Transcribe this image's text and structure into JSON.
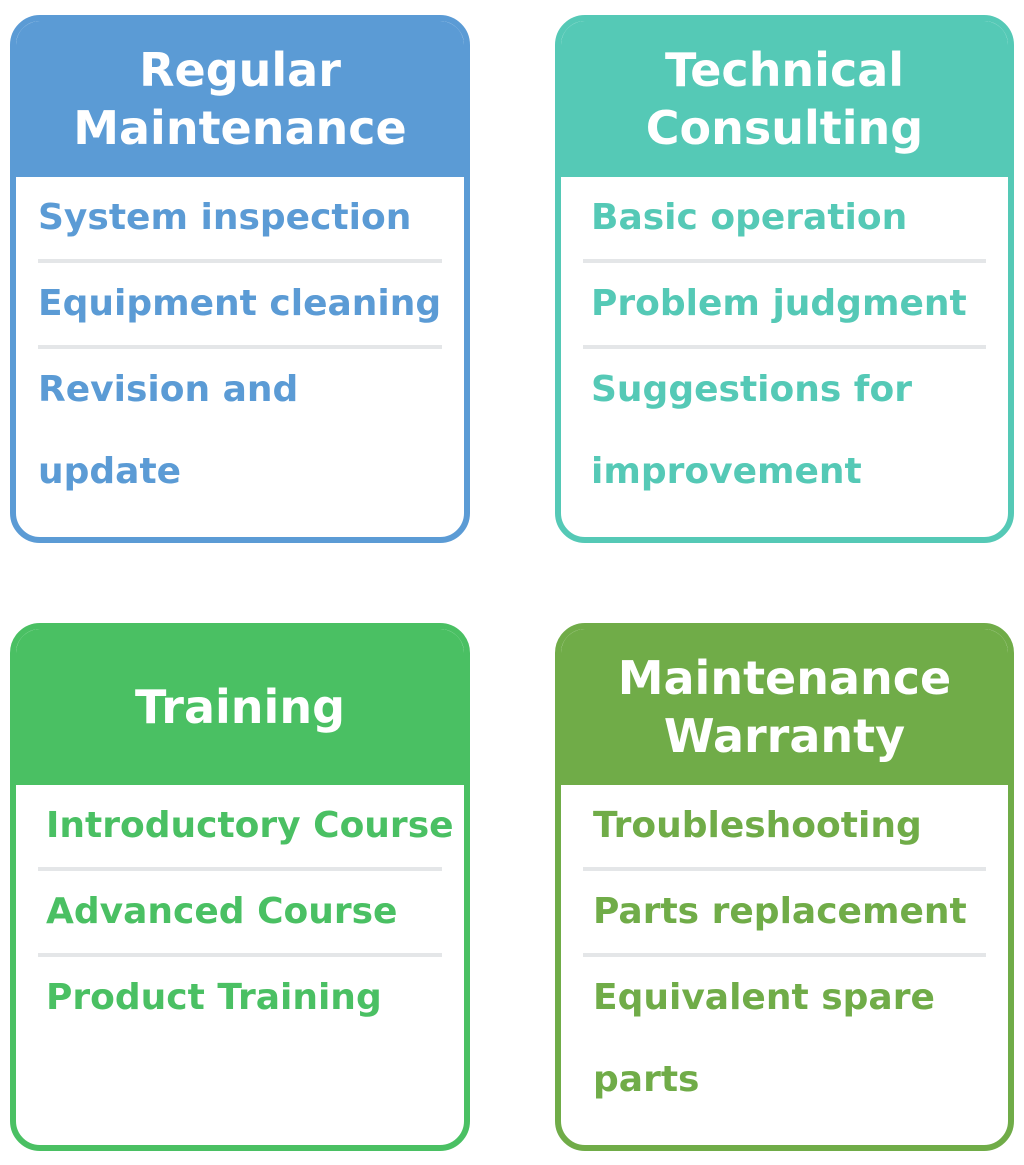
{
  "cards": [
    {
      "title": "Regular\nMaintenance",
      "color": "#5b9bd5",
      "items": [
        "System inspection",
        "Equipment cleaning",
        "Revision and update"
      ]
    },
    {
      "title": "Technical\nConsulting",
      "color": "#55c9b6",
      "items": [
        "Basic operation",
        "Problem judgment",
        "Suggestions for improvement"
      ]
    },
    {
      "title": "Training",
      "color": "#4ac063",
      "items": [
        "Introductory Course",
        "Advanced Course",
        "Product Training"
      ]
    },
    {
      "title": "Maintenance\nWarranty",
      "color": "#70ac48",
      "items": [
        "Troubleshooting",
        "Parts replacement",
        "Equivalent spare parts"
      ]
    }
  ],
  "divider_color": "#e4e6e8"
}
